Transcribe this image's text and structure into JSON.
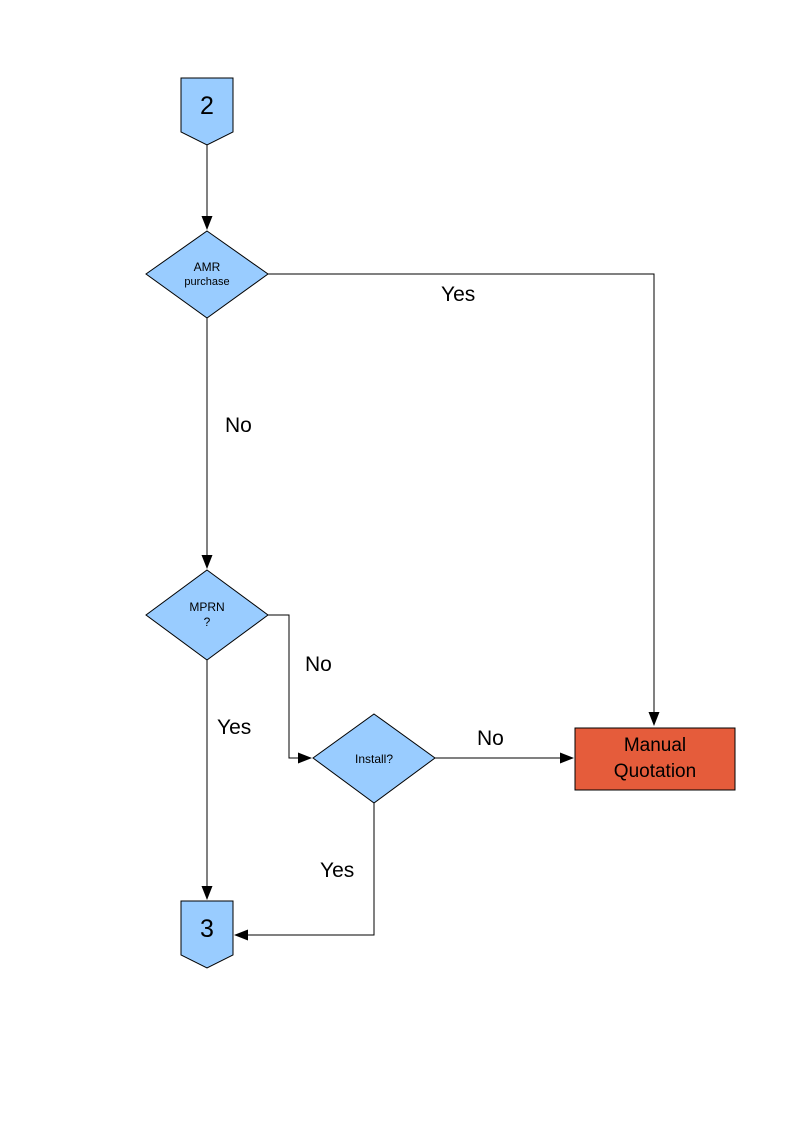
{
  "colors": {
    "node_fill": "#99CCFF",
    "node_border": "#000000",
    "manual_fill": "#E55C3B",
    "line": "#000000"
  },
  "nodes": {
    "connector_2": {
      "type": "off-page-connector",
      "label": "2"
    },
    "amr": {
      "type": "decision",
      "line1": "AMR",
      "line2": "purchase"
    },
    "mprn": {
      "type": "decision",
      "line1": "MPRN",
      "line2": "?"
    },
    "install": {
      "type": "decision",
      "label": "Install?"
    },
    "manual_quotation": {
      "type": "process",
      "line1": "Manual",
      "line2": "Quotation"
    },
    "connector_3": {
      "type": "off-page-connector",
      "label": "3"
    }
  },
  "edges": [
    {
      "from": "connector_2",
      "to": "amr",
      "label": ""
    },
    {
      "from": "amr",
      "to": "manual_quotation",
      "label": "Yes"
    },
    {
      "from": "amr",
      "to": "mprn",
      "label": "No"
    },
    {
      "from": "mprn",
      "to": "install",
      "label": "No"
    },
    {
      "from": "mprn",
      "to": "connector_3",
      "label": "Yes"
    },
    {
      "from": "install",
      "to": "manual_quotation",
      "label": "No"
    },
    {
      "from": "install",
      "to": "connector_3",
      "label": "Yes"
    }
  ]
}
